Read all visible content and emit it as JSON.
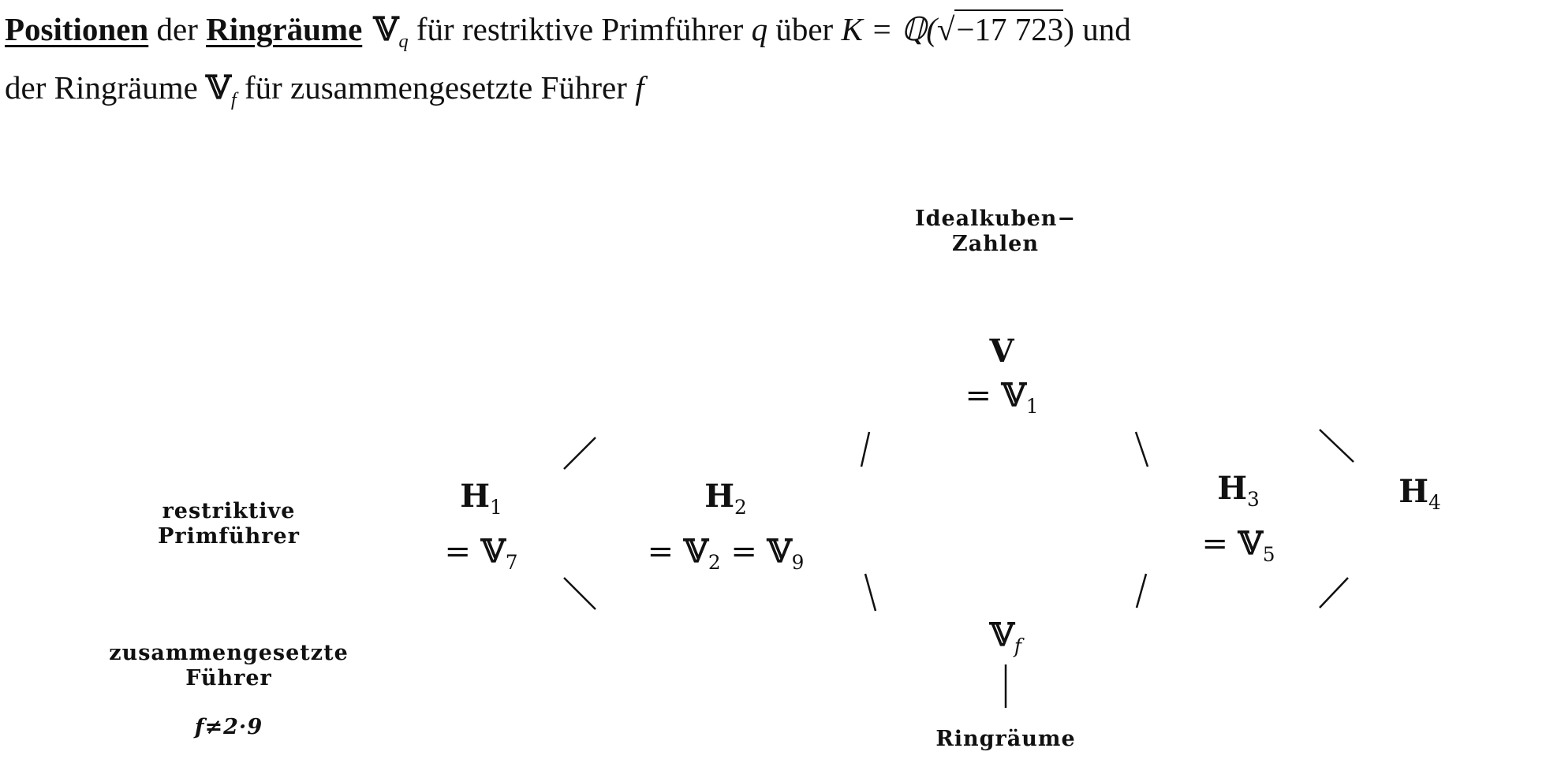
{
  "heading": {
    "word_positionen": "Positionen",
    "text_der1": " der ",
    "word_ringraeume": "Ringräume",
    "v_symbol": " 𝕍",
    "sub_q": "q",
    "text_fuer_restriktive": " für restriktive Primführer ",
    "q_var": "q",
    "text_ueber": " über ",
    "field": "K = ℚ(",
    "radicand": "−17 723",
    "close_und": ") und",
    "line2_prefix": "der Ringräume ",
    "v_symbol2": "𝕍",
    "sub_f": "f",
    "line2_rest": " für zusammengesetzte Führer ",
    "f_var": "f"
  },
  "labels": {
    "idealkuben_l1": "Idealkuben−",
    "idealkuben_l2": "Zahlen",
    "restriktive_l1": "restriktive",
    "restriktive_l2": "Primführer",
    "zusammen_l1": "zusammengesetzte",
    "zusammen_l2": "Führer",
    "f_condition": "f≠2·9",
    "ringraeume": "Ringräume"
  },
  "nodes": {
    "V": {
      "name": "V",
      "eq": "= ",
      "rhs": "𝕍",
      "rhs_sub": "1"
    },
    "H1": {
      "name": "H",
      "name_sub": "1",
      "eq": "= ",
      "rhs": "𝕍",
      "rhs_sub": "7"
    },
    "H2": {
      "name": "H",
      "name_sub": "2",
      "eq": "= ",
      "rhs": "𝕍",
      "rhs_sub": "2",
      "eq2": " = ",
      "rhs2": "𝕍",
      "rhs2_sub": "9"
    },
    "H3": {
      "name": "H",
      "name_sub": "3",
      "eq": "= ",
      "rhs": "𝕍",
      "rhs_sub": "5"
    },
    "H4": {
      "name": "H",
      "name_sub": "4"
    },
    "Vf": {
      "name": "𝕍",
      "name_sub": "f"
    }
  }
}
